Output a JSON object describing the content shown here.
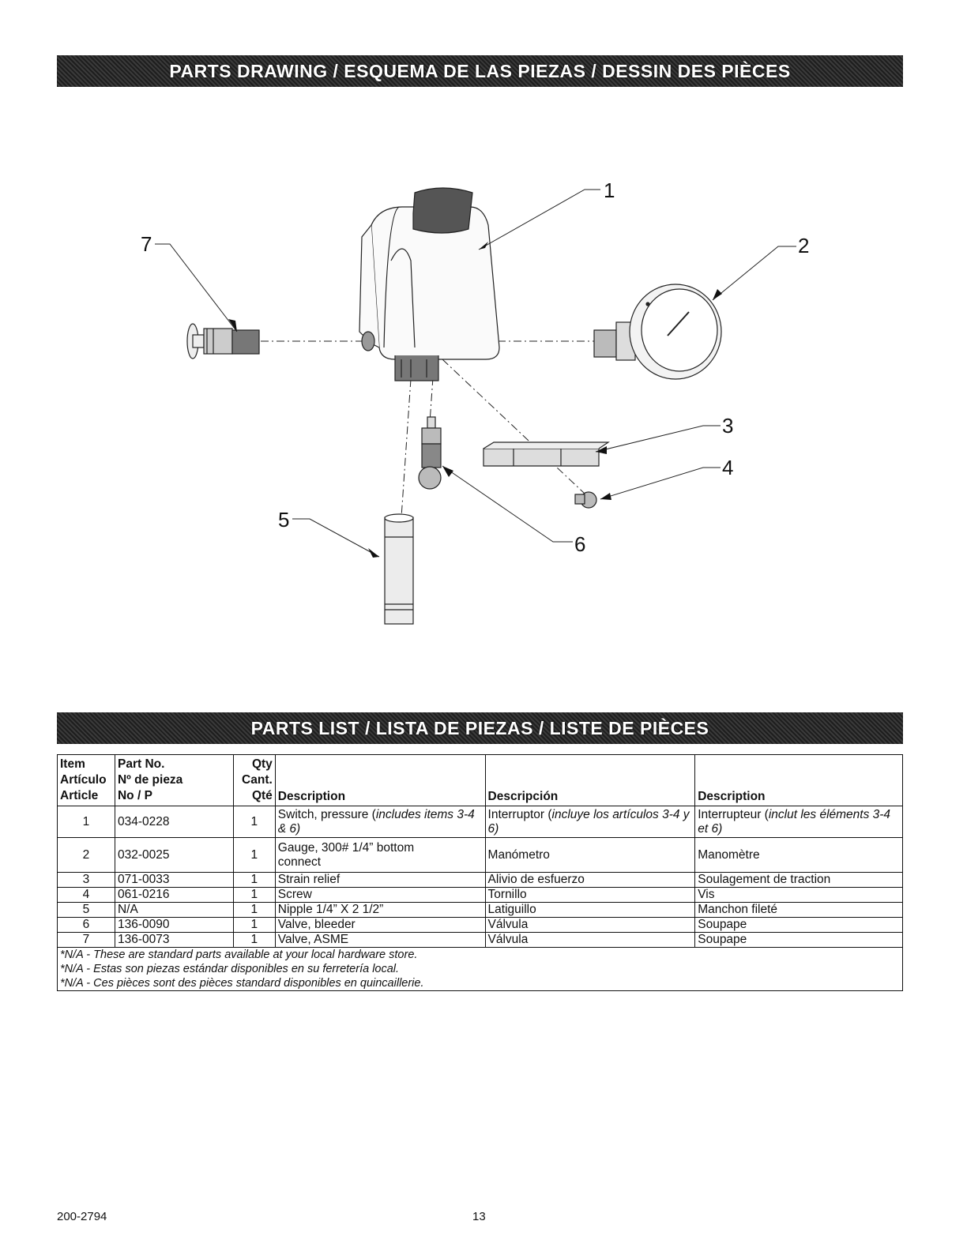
{
  "header": {
    "drawing_title": "PARTS DRAWING / ESQUEMA DE LAS PIEZAS / DESSIN DES PIÈCES",
    "list_title": "PARTS LIST / LISTA DE PIEZAS / LISTE DE PIÈCES"
  },
  "drawing": {
    "callouts": [
      "1",
      "2",
      "3",
      "4",
      "5",
      "6",
      "7"
    ]
  },
  "table": {
    "headers": {
      "item": [
        "Item",
        "Artículo",
        "Article"
      ],
      "part_no": [
        "Part No.",
        "Nº de pieza",
        "No / P"
      ],
      "qty": [
        "Qty",
        "Cant.",
        "Qté"
      ],
      "desc_en": "Description",
      "desc_es": "Descripción",
      "desc_fr": "Description"
    },
    "rows": [
      {
        "item": "1",
        "part": "034-0228",
        "qty": "1",
        "en": "Switch, pressure (",
        "en_it": "includes items 3-4 & 6)",
        "es": "Interruptor (",
        "es_it": "incluye los artículos 3-4 y 6)",
        "fr": "Interrupteur (",
        "fr_it": "inclut les éléments 3-4 et 6)"
      },
      {
        "item": "2",
        "part": "032-0025",
        "qty": "1",
        "en": "Gauge, 300# 1/4” bottom connect",
        "es": "Manómetro",
        "fr": "Manomètre"
      },
      {
        "item": "3",
        "part": "071-0033",
        "qty": "1",
        "en": "Strain relief",
        "es": "Alivio de esfuerzo",
        "fr": "Soulagement de traction"
      },
      {
        "item": "4",
        "part": "061-0216",
        "qty": "1",
        "en": "Screw",
        "es": "Tornillo",
        "fr": "Vis"
      },
      {
        "item": "5",
        "part": "N/A",
        "qty": "1",
        "en": "Nipple 1/4” X 2 1/2”",
        "es": "Latiguillo",
        "fr": "Manchon fileté"
      },
      {
        "item": "6",
        "part": "136-0090",
        "qty": "1",
        "en": "Valve, bleeder",
        "es": "Válvula",
        "fr": "Soupape"
      },
      {
        "item": "7",
        "part": "136-0073",
        "qty": "1",
        "en": "Valve, ASME",
        "es": "Válvula",
        "fr": "Soupape"
      }
    ],
    "notes": [
      "*N/A - These are standard parts available at your local hardware store.",
      "*N/A - Estas son piezas estándar disponibles en su ferretería local.",
      "*N/A - Ces pièces sont des pièces standard disponibles en quincaillerie."
    ]
  },
  "footer": {
    "doc_number": "200-2794",
    "page_number": "13"
  }
}
